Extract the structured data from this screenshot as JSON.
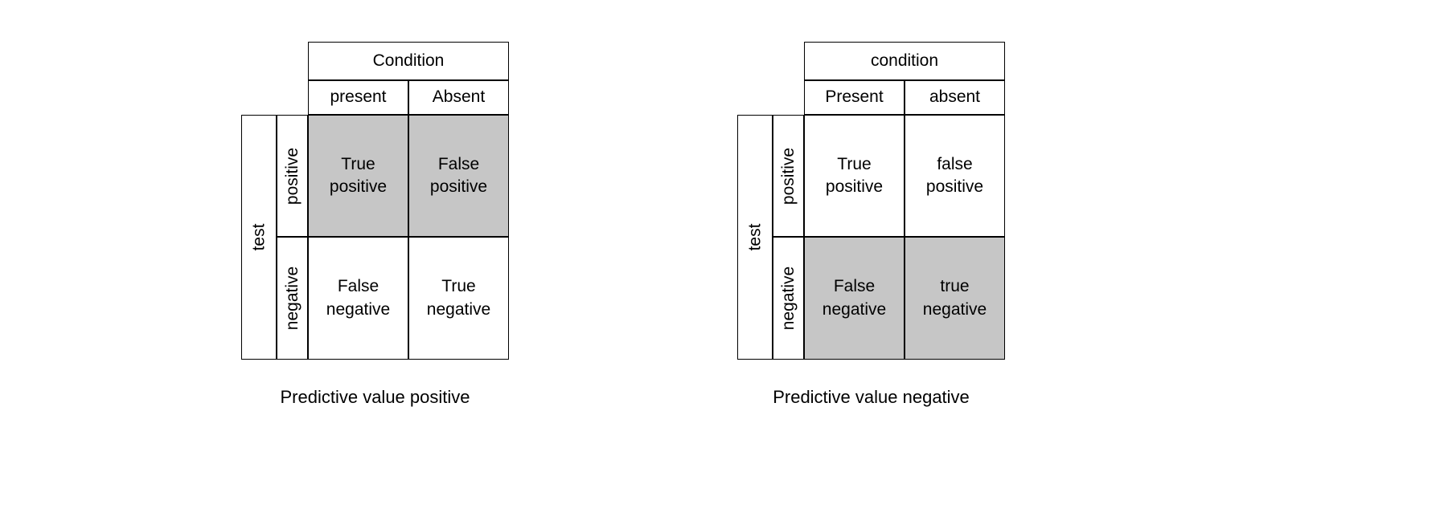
{
  "figures": [
    {
      "id": "predictive-value-positive",
      "caption": "Predictive value positive",
      "column_group_header": "Condition",
      "column_headers": [
        "present",
        "Absent"
      ],
      "row_group_header": "test",
      "row_headers": [
        "positive",
        "negative"
      ],
      "cells": [
        [
          {
            "text": "True\npositive",
            "shaded": true
          },
          {
            "text": "False\npositive",
            "shaded": true
          }
        ],
        [
          {
            "text": "False\nnegative",
            "shaded": false
          },
          {
            "text": "True\nnegative",
            "shaded": false
          }
        ]
      ]
    },
    {
      "id": "predictive-value-negative",
      "caption": "Predictive value negative",
      "column_group_header": "condition",
      "column_headers": [
        "Present",
        "absent"
      ],
      "row_group_header": "test",
      "row_headers": [
        "positive",
        "negative"
      ],
      "cells": [
        [
          {
            "text": "True\npositive",
            "shaded": false
          },
          {
            "text": "false\npositive",
            "shaded": false
          }
        ],
        [
          {
            "text": "False\nnegative",
            "shaded": true
          },
          {
            "text": "true\nnegative",
            "shaded": true
          }
        ]
      ]
    }
  ],
  "colors": {
    "shade": "#c6c6c6",
    "line": "#000000",
    "background": "#ffffff",
    "text": "#000000"
  }
}
